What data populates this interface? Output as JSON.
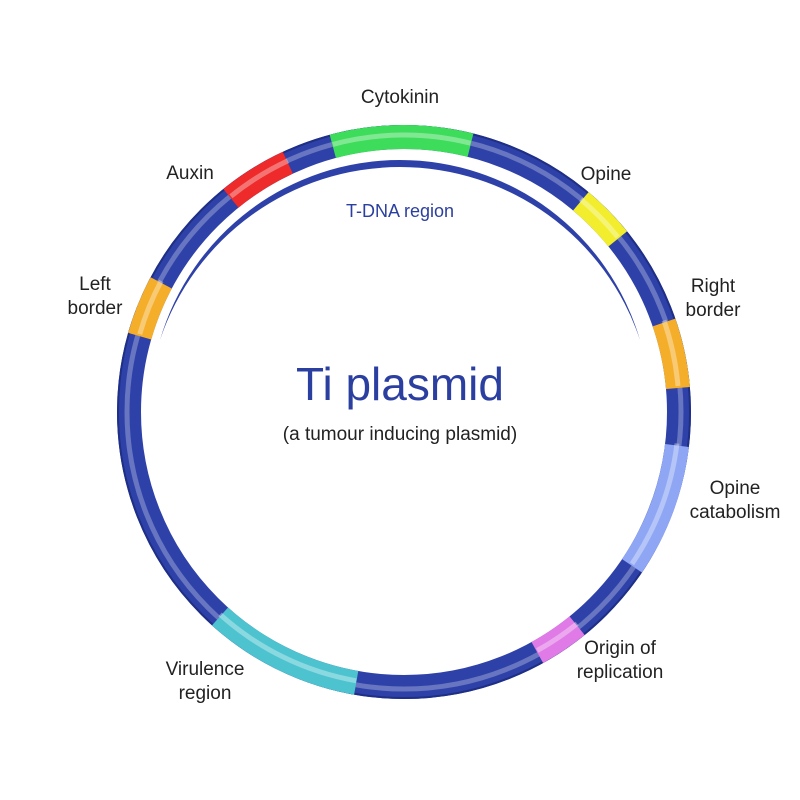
{
  "title": "Ti plasmid",
  "subtitle": "(a tumour inducing plasmid)",
  "tdna_label": "T-DNA region",
  "colors": {
    "ring": "#2e41a8",
    "ring_dark": "#1f2f85",
    "title": "#2b3fa0",
    "text": "#222222"
  },
  "segments": [
    {
      "name": "Cytokinin",
      "lines": [
        "Cytokinin"
      ],
      "color": "#3ddc5a"
    },
    {
      "name": "Auxin",
      "lines": [
        "Auxin"
      ],
      "color": "#ee2a2a"
    },
    {
      "name": "Opine",
      "lines": [
        "Opine"
      ],
      "color": "#f2ee2e"
    },
    {
      "name": "Left border",
      "lines": [
        "Left",
        "border"
      ],
      "color": "#f5ae2a"
    },
    {
      "name": "Right border",
      "lines": [
        "Right",
        "border"
      ],
      "color": "#f5ae2a"
    },
    {
      "name": "Opine catabolism",
      "lines": [
        "Opine",
        "catabolism"
      ],
      "color": "#8ea6f4"
    },
    {
      "name": "Origin of replication",
      "lines": [
        "Origin of",
        "replication"
      ],
      "color": "#e07ae6"
    },
    {
      "name": "Virulence region",
      "lines": [
        "Virulence",
        "region"
      ],
      "color": "#4cc3cf"
    }
  ]
}
